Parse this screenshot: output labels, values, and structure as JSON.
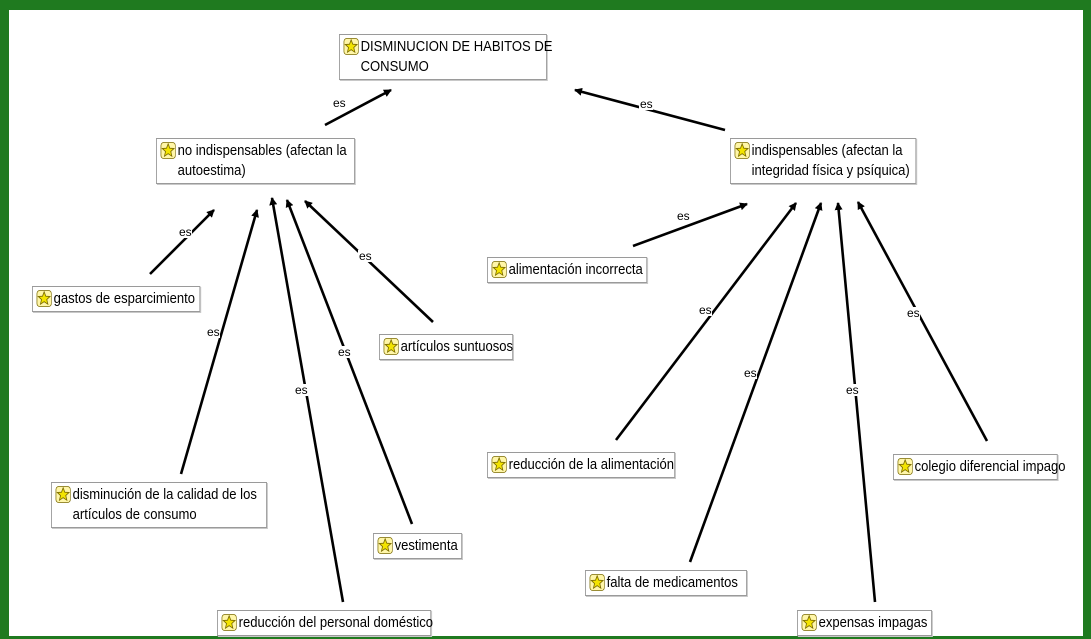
{
  "colors": {
    "frame": "#1f7a1f",
    "node_border": "#9a9a9a",
    "icon_fill": "#f3e400",
    "icon_stroke": "#7a6a00"
  },
  "relation_label": "es",
  "nodes": {
    "root": {
      "line1": "DISMINUCION DE HABITOS DE",
      "line2": "CONSUMO",
      "icon": "concept-star-icon"
    },
    "no_indispensables": {
      "line1": "no indispensables (afectan la",
      "line2": "autoestima)",
      "icon": "concept-star-icon"
    },
    "indispensables": {
      "line1": "indispensables (afectan la",
      "line2": "integridad física y psíquica)",
      "icon": "concept-star-icon"
    },
    "gastos_esparcimiento": {
      "line1": "gastos de esparcimiento",
      "icon": "concept-star-icon"
    },
    "articulos_suntuosos": {
      "line1": "artículos suntuosos",
      "icon": "concept-star-icon"
    },
    "disminucion_calidad": {
      "line1": "disminución de la calidad de los",
      "line2": "artículos de consumo",
      "icon": "concept-star-icon"
    },
    "vestimenta": {
      "line1": "vestimenta",
      "icon": "concept-star-icon"
    },
    "reduccion_personal": {
      "line1": "reducción del personal doméstico",
      "icon": "concept-star-icon"
    },
    "alimentacion_incorrecta": {
      "line1": "alimentación incorrecta",
      "icon": "concept-star-icon"
    },
    "reduccion_alimentacion": {
      "line1": "reducción de la alimentación",
      "icon": "concept-star-icon"
    },
    "colegio_diferencial": {
      "line1": "colegio diferencial impago",
      "icon": "concept-star-icon"
    },
    "falta_medicamentos": {
      "line1": "falta de medicamentos",
      "icon": "concept-star-icon"
    },
    "expensas_impagas": {
      "line1": "expensas impagas",
      "icon": "concept-star-icon"
    }
  },
  "edges": [
    {
      "from": "no_indispensables",
      "to": "root",
      "label": "es"
    },
    {
      "from": "indispensables",
      "to": "root",
      "label": "es"
    },
    {
      "from": "gastos_esparcimiento",
      "to": "no_indispensables",
      "label": "es"
    },
    {
      "from": "disminucion_calidad",
      "to": "no_indispensables",
      "label": "es"
    },
    {
      "from": "reduccion_personal",
      "to": "no_indispensables",
      "label": "es"
    },
    {
      "from": "vestimenta",
      "to": "no_indispensables",
      "label": "es"
    },
    {
      "from": "articulos_suntuosos",
      "to": "no_indispensables",
      "label": "es"
    },
    {
      "from": "alimentacion_incorrecta",
      "to": "indispensables",
      "label": "es"
    },
    {
      "from": "reduccion_alimentacion",
      "to": "indispensables",
      "label": "es"
    },
    {
      "from": "falta_medicamentos",
      "to": "indispensables",
      "label": "es"
    },
    {
      "from": "expensas_impagas",
      "to": "indispensables",
      "label": "es"
    },
    {
      "from": "colegio_diferencial",
      "to": "indispensables",
      "label": "es"
    }
  ]
}
